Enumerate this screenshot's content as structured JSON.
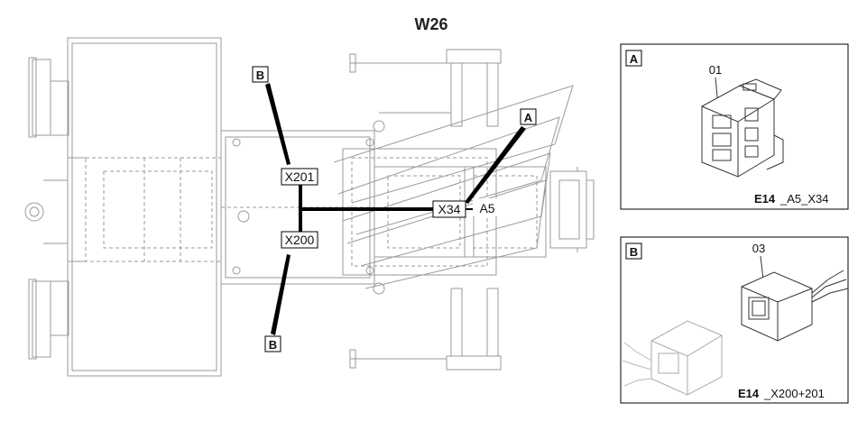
{
  "title": "W26",
  "callouts": {
    "a_top": "A",
    "b_top": "B",
    "b_bottom": "B"
  },
  "connectors": {
    "x201": "X201",
    "x200": "X200",
    "x34": "X34",
    "a5": "A5"
  },
  "detail_a": {
    "tag": "A",
    "part_number": "01",
    "caption_bold": "E14",
    "caption_rest": "_A5_X34"
  },
  "detail_b": {
    "tag": "B",
    "part_number": "03",
    "caption_bold": "E14",
    "caption_rest": "_X200+201"
  }
}
